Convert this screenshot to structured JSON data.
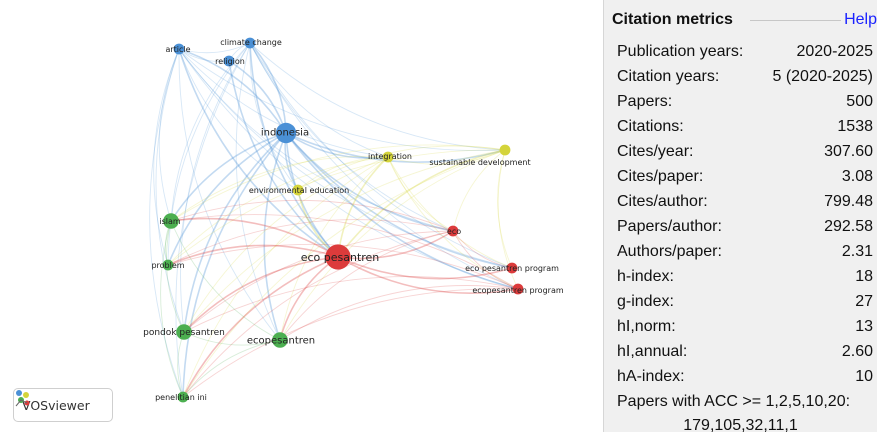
{
  "visualization": {
    "app_badge": "VOSviewer",
    "nodes": [
      {
        "label": "indonesia",
        "cluster": "blue",
        "weight": 3
      },
      {
        "label": "article",
        "cluster": "blue",
        "weight": 1
      },
      {
        "label": "climate change",
        "cluster": "blue",
        "weight": 1
      },
      {
        "label": "religion",
        "cluster": "blue",
        "weight": 1
      },
      {
        "label": "integration",
        "cluster": "yellow",
        "weight": 1
      },
      {
        "label": "sustainable development",
        "cluster": "yellow",
        "weight": 1
      },
      {
        "label": "environmental education",
        "cluster": "yellow",
        "weight": 1
      },
      {
        "label": "eco pesantren",
        "cluster": "red",
        "weight": 4
      },
      {
        "label": "eco",
        "cluster": "red",
        "weight": 1
      },
      {
        "label": "eco pesantren program",
        "cluster": "red",
        "weight": 1
      },
      {
        "label": "ecopesantren program",
        "cluster": "red",
        "weight": 1
      },
      {
        "label": "islam",
        "cluster": "green",
        "weight": 2
      },
      {
        "label": "problem",
        "cluster": "green",
        "weight": 1
      },
      {
        "label": "pondok pesantren",
        "cluster": "green",
        "weight": 2
      },
      {
        "label": "ecopesantren",
        "cluster": "green",
        "weight": 2
      },
      {
        "label": "penelitian ini",
        "cluster": "green",
        "weight": 1
      }
    ],
    "cluster_colors": {
      "blue": "#4a90d6",
      "yellow": "#d4d43a",
      "red": "#dc3b3b",
      "green": "#4caf50"
    },
    "icon": "vosviewer-logo-icon"
  },
  "citation_metrics": {
    "title": "Citation metrics",
    "help": "Help",
    "rows": [
      {
        "label": "Publication years:",
        "value": "2020-2025"
      },
      {
        "label": "Citation years:",
        "value": "5 (2020-2025)"
      },
      {
        "label": "Papers:",
        "value": "500"
      },
      {
        "label": "Citations:",
        "value": "1538"
      },
      {
        "label": "Cites/year:",
        "value": "307.60"
      },
      {
        "label": "Cites/paper:",
        "value": "3.08"
      },
      {
        "label": "Cites/author:",
        "value": "799.48"
      },
      {
        "label": "Papers/author:",
        "value": "292.58"
      },
      {
        "label": "Authors/paper:",
        "value": "2.31"
      },
      {
        "label": "h-index:",
        "value": "18"
      },
      {
        "label": "g-index:",
        "value": "27"
      },
      {
        "label": "hI,norm:",
        "value": "13"
      },
      {
        "label": "hI,annual:",
        "value": "2.60"
      },
      {
        "label": "hA-index:",
        "value": "10"
      }
    ],
    "acc_label": "Papers with ACC >= 1,2,5,10,20:",
    "acc_value": "179,105,32,11,1"
  }
}
